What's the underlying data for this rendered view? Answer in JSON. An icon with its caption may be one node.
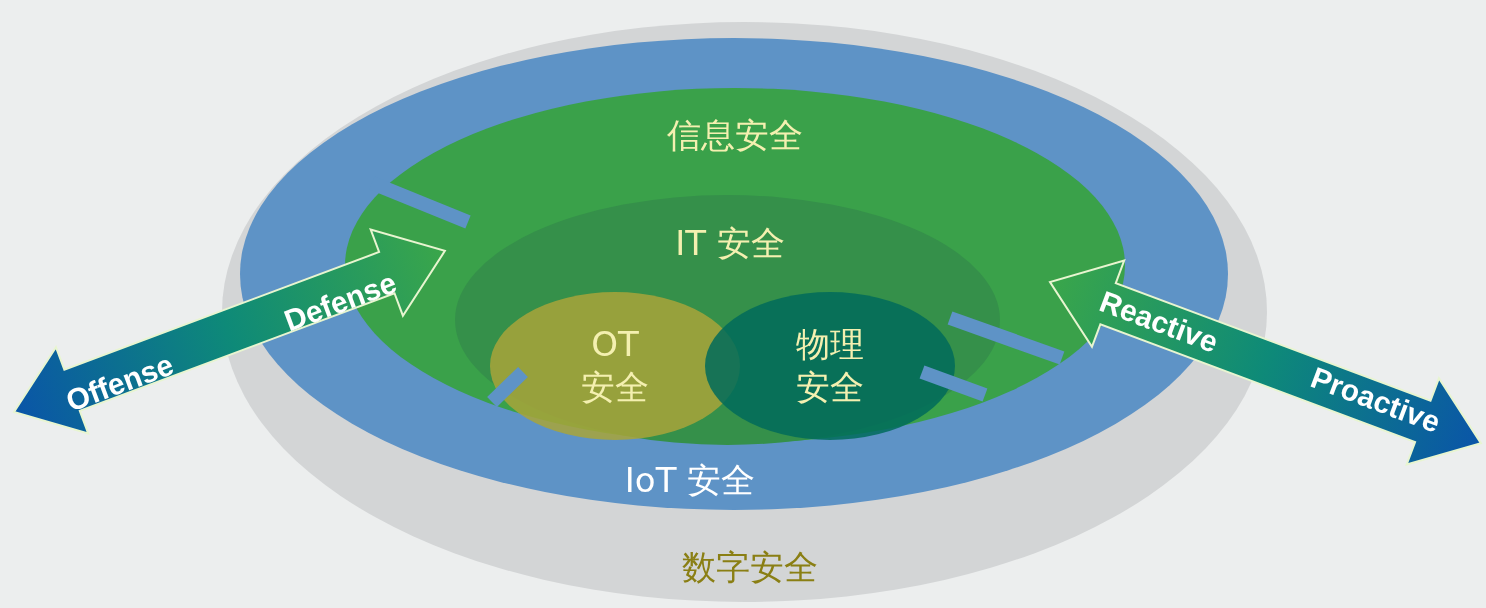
{
  "diagram": {
    "nodes": [
      {
        "text": [
          "数字安全"
        ]
      },
      {
        "text": [
          "IoT 安全"
        ],
        "in": 0
      },
      {
        "text": [
          "信息安全"
        ],
        "in": 1
      },
      {
        "text": [
          "IT 安全"
        ],
        "in": 2
      },
      {
        "text": [
          "OT 安全"
        ],
        "in": 3
      },
      {
        "text": [
          "物理安全"
        ],
        "in": 3
      }
    ],
    "labels": [
      "Offense",
      "Defense",
      "Reactive",
      "Proactive"
    ]
  }
}
